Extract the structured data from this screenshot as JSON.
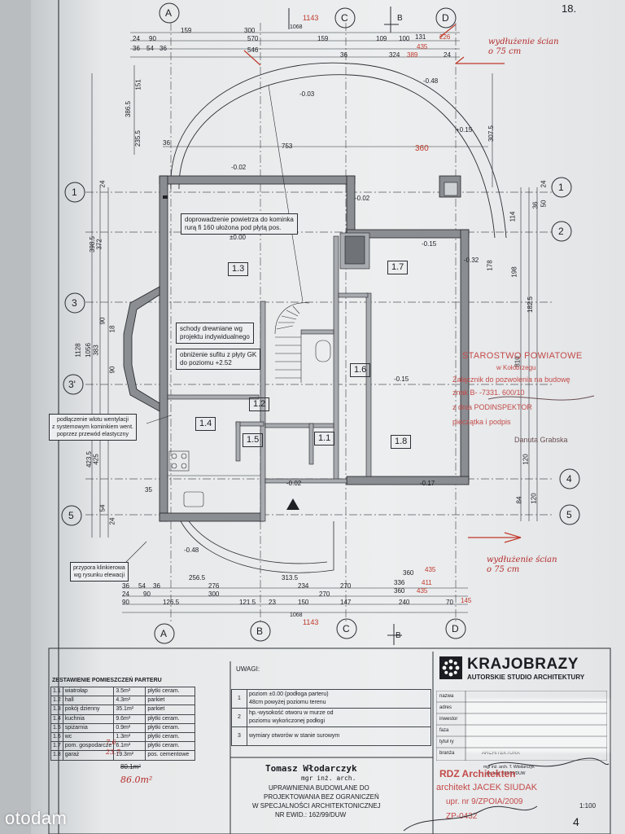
{
  "page_number": "18.",
  "axes": {
    "letters": [
      "A",
      "B",
      "C",
      "D"
    ],
    "numbers": [
      "1",
      "2",
      "3",
      "3'",
      "4",
      "5"
    ],
    "section_mark": "B"
  },
  "top_dims": {
    "total_red": "1143",
    "total": "1068",
    "row1": [
      "159",
      "300",
      "131",
      "226"
    ],
    "row2": [
      "24",
      "90",
      "570",
      "109",
      "100",
      "435"
    ],
    "row3": [
      "36",
      "54",
      "36",
      "546",
      "36",
      "324",
      "389",
      "24"
    ],
    "row4": [
      "159",
      "36"
    ]
  },
  "bottom_dims": {
    "row1": [
      "36",
      "54",
      "36",
      "276",
      "234",
      "270",
      "336",
      "411"
    ],
    "row2": [
      "24",
      "90",
      "300",
      "270",
      "360",
      "435"
    ],
    "row3": [
      "90",
      "126.5",
      "121.5",
      "23",
      "150",
      "147",
      "240",
      "70",
      "145"
    ],
    "total": "1068",
    "total_red": "1143",
    "row0": [
      "256.5",
      "313.5",
      "360",
      "435"
    ]
  },
  "left_dims": [
    "386.5",
    "151",
    "235.5",
    "398.5",
    "372",
    "1128",
    "1056",
    "383",
    "423.5",
    "425",
    "90",
    "18",
    "24",
    "90",
    "54",
    "24",
    "35"
  ],
  "right_dims": [
    "307.5",
    "114",
    "182.5",
    "810",
    "120",
    "84",
    "198",
    "178",
    "120",
    "36",
    "24",
    "50"
  ],
  "rooms": [
    {
      "id": "1.3",
      "label": "1.3"
    },
    {
      "id": "1.7",
      "label": "1.7"
    },
    {
      "id": "1.6",
      "label": "1.6"
    },
    {
      "id": "1.2",
      "label": "1.2"
    },
    {
      "id": "1.4",
      "label": "1.4"
    },
    {
      "id": "1.5",
      "label": "1.5"
    },
    {
      "id": "1.1",
      "label": "1.1"
    },
    {
      "id": "1.8",
      "label": "1.8"
    }
  ],
  "plan_notes": {
    "chimney_air": "doprowadzenie powietrza do kominka\nrurą fi 160 ułożona pod płytą pos.",
    "stairs": "schody drewniane wg\nprojektu indywidualnego",
    "ceiling": "obniżenie sufitu z płyty GK\ndo poziomu +2.52",
    "vent": "podłączenie wlotu wentylacji\nz systemowym kominkiem went.\npoprzez przewód elastyczny",
    "clinker": "przypora klinkierowa\nwg rysunku elewacji",
    "level_zero": "±0.00",
    "level_048": "-0.48",
    "level_015": "-0.15",
    "level_017": "-0.17",
    "level_032": "-0.32",
    "level_002": "-0.02",
    "level_003": "-0.03",
    "level_plus015": "+0.15"
  },
  "hand_notes": {
    "wall_note_top": "wydłużenie ścian\no 75 cm",
    "wall_note_bottom": "wydłużenie ścian\no 75 cm",
    "area_total": "86.0m²",
    "room7_area": "7.6",
    "room8_area": "23.7",
    "top_red1": "435",
    "top_red2": "389",
    "top_red3": "360",
    "top_red4": "226"
  },
  "stamp": {
    "line1": "STAROSTWO POWIATOWE",
    "line2": "w Kołobrzegu",
    "line3": "Załącznik do pozwolenia na budowę",
    "line4": "znak B-      -7331.       600/10",
    "line5": "z dnia        PODINSPEKTOR",
    "line6": "pieczątka i podpis",
    "line7": "Danuta Grabska"
  },
  "room_table": {
    "title": "ZESTAWIENIE POMIESZCZEŃ PARTERU",
    "rows": [
      {
        "no": "1.1",
        "name": "wiatrołap",
        "area": "3.5m²",
        "floor": "płytki ceram."
      },
      {
        "no": "1.2",
        "name": "hall",
        "area": "4.3m²",
        "floor": "parkiet"
      },
      {
        "no": "1.3",
        "name": "pokój dzienny",
        "area": "35.1m²",
        "floor": "parkiet"
      },
      {
        "no": "1.4",
        "name": "kuchnia",
        "area": "9.6m²",
        "floor": "płytki ceram."
      },
      {
        "no": "1.5",
        "name": "spiżarnia",
        "area": "0.9m²",
        "floor": "płytki ceram."
      },
      {
        "no": "1.6",
        "name": "wc",
        "area": "1.3m²",
        "floor": "płytki ceram."
      },
      {
        "no": "1.7",
        "name": "pom. gospodarcze",
        "area": "6.1m²",
        "floor": "płytki ceram."
      },
      {
        "no": "1.8",
        "name": "garaż",
        "area": "19.3m²",
        "floor": "pos. cementowe"
      }
    ],
    "sum": "80.1m²"
  },
  "remarks": {
    "title": "UWAGI:",
    "rows": [
      {
        "no": "1",
        "text": "poziom ±0.00 (podłoga parteru)\n48cm powyżej poziomu terenu"
      },
      {
        "no": "2",
        "text": "hp.-wysokość otworu w murze od\npoziomu wykończonej podłogi"
      },
      {
        "no": "3",
        "text": "wymiary otworów w stanie surowym"
      }
    ]
  },
  "author": {
    "name": "Tomasz Włodarczyk",
    "title": "mgr inż. arch.",
    "l1": "UPRAWNIENIA BUDOWLANE DO",
    "l2": "PROJEKTOWANIA BEZ OGRANICZEŃ",
    "l3": "W SPECJALNOŚCI ARCHITEKTONICZNEJ",
    "l4": "NR EWID.: 162/99/DUW"
  },
  "studio": {
    "name": "KRAJOBRAZY",
    "sub": "AUTORSKIE STUDIO ARCHITEKTURY",
    "rdz1": "RDZ Architekten",
    "rdz2": "architekt JACEK SIUDAK",
    "rdz3": "upr. nr 9/ZPOIA/2009",
    "rdz4": "ZP-0432",
    "scale": "1:100",
    "sheet": "4",
    "field_labels": [
      "nazwa",
      "adres",
      "inwestor",
      "faza",
      "tytuł ry",
      "branża"
    ],
    "branza": "ARCHITEKTURA",
    "designer": "mgr inż. arch. T. Włodarczyk",
    "designer_no": "upr. bud. 162/99/DUW"
  },
  "watermark": "otodam"
}
